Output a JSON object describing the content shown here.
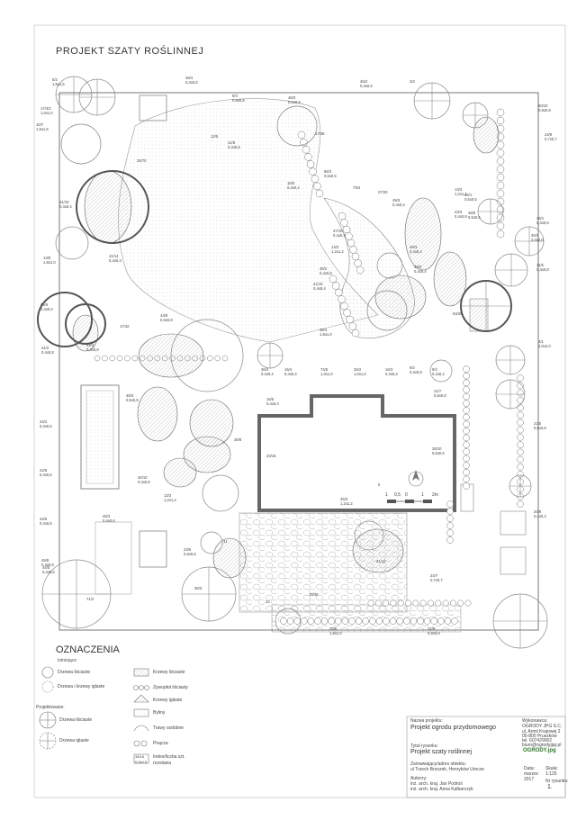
{
  "sheet": {
    "title": "PROJEKT SZATY ROŚLINNEJ",
    "scale_bar_labels": [
      "1",
      "0,5",
      "0",
      "1",
      "2m"
    ]
  },
  "plant_labels": [
    "5/2 1,5x1,5",
    "45/4 0,4x0,6",
    "9/4 0,9x0,9",
    "48/3 0,5x0,5",
    "45/2 0,4x0,6",
    "3/2",
    "17/4/2 1,0x1,0",
    "17/38",
    "10/7 1,5x1,5",
    "12/5",
    "41/8 0,4x0,8",
    "25/70",
    "16/5 0,4x0,4",
    "66/3 0,5x0,5",
    "7/54",
    "27/20",
    "13/3 1,2x1,2",
    "43/3 0,4x0,8",
    "41/10 0,4x0,4",
    "49/3 0,4x0,4",
    "47/10 0,4x0,4",
    "13/3 1,2x1,2",
    "41/14 0,4x0,4",
    "49/3 0,4x0,4",
    "48/3 0,4x0,4",
    "48/5 0,5x0,5",
    "45/2 0,4x0,6",
    "41/10 0,4x0,4",
    "13/5 1,8x1,0",
    "95/6 0,4x0,4",
    "43/8 0,6x0,8",
    "28/4 1,8x1,0",
    "44/3 0,4x0,8",
    "41/2 0,4x0,8",
    "9/2 0,4x0,8",
    "17/42",
    "36/4 0,4x0,4",
    "16/4 0,4x0,4",
    "74/5 1,0x1,0",
    "26/2 1,0x1,0",
    "16/3 0,4x0,4",
    "9/2 0,4x0,4",
    "21/7 0,8x0,8",
    "44/3 0,4x0,6",
    "48/3 0,5x0,5",
    "44/5 0,4x0,6",
    "16/5 0,4x0,4",
    "21/5 0,8x0,8",
    "33/16",
    "28/10 0,5x0,5",
    "36/8",
    "40/10 0,4x0,6",
    "20/9 0,4x0,4",
    "35/3 1,2x1,2",
    "44/5 0,4x0,6",
    "45/3 0,4x0,6",
    "45/8 0,4x0,8",
    "44/5 0,4x0,6",
    "24/7 0,7x0,7",
    "31/12",
    "23/6 0,6x0,6",
    "35/3",
    "22",
    "15/48",
    "15/5 1,8x1,0",
    "21/8 0,8x0,8",
    "80/10 0,9x0,9",
    "24/9 0,7x0,7",
    "45/1 0,4x0,6",
    "30/3 2,0x2,0",
    "11/6 0,4x0,8",
    "4/1 2,0x2,0",
    "63/28",
    "44/1 0,5x0,5",
    "13/3 1,2x1,2",
    "31",
    "71/2",
    "5"
  ],
  "legend": {
    "title": "OZNACZENIA",
    "existing_heading": "Istniejące",
    "existing": [
      "Drzewa liściaste",
      "Drzewa i krzewy iglaste"
    ],
    "designed_heading": "Projektowane:",
    "designed": [
      "Drzewa liściaste",
      "Drzewa iglaste"
    ],
    "symbols": [
      "Krzewy liściaste",
      "Żywopłot liściasty",
      "Krzewy iglaste",
      "Byliny",
      "Trawy ozdobne",
      "Pnącza"
    ],
    "index_label": "Index/liczba szt.",
    "index_label2": "rozstawa",
    "index_example_top": "38/18",
    "index_example_bottom": "0,5x0,5"
  },
  "title_block": {
    "project_name_label": "Nazwa projektu:",
    "project_name": "Projekt ogrodu przydomowego",
    "drawing_title_label": "Tytuł rysunku:",
    "drawing_title": "Projekt szaty roślinnej",
    "investor_label": "Zamawiający/adres obiektu:",
    "investor": "ul Trzech Brzozek, Henryków Urocze",
    "authors_label": "Autorzy:",
    "authors": [
      "inż. arch. kraj. Jan Podroś",
      "inż. arch. kraj. Anna Kalbarczyk"
    ],
    "maker_label": "Wykonawca:",
    "maker": [
      "OGRODY JPG S.C.",
      "ul. Armii Krajowej 2",
      "05-800 Pruszków",
      "tel. 607429002",
      "biuro@ogrodyjpg.pl"
    ],
    "logo_text": "OGRODY.jpg",
    "date_label": "Data:",
    "date": [
      "marzec",
      "2017"
    ],
    "scale_label": "Skala:",
    "scale": "1:125",
    "sheet_no_label": "Nr rysunku:",
    "sheet_no": "1."
  }
}
